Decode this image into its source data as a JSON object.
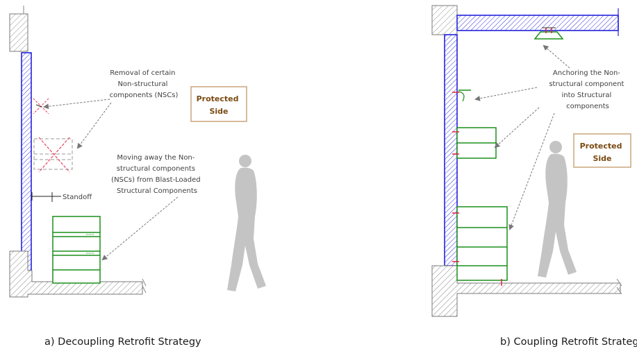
{
  "left_panel": {
    "removal_lines": [
      "Removal of certain",
      "Non-structural",
      "components (NSCs)"
    ],
    "moving_lines": [
      "Moving away the Non-",
      "structural components",
      "(NSCs) from Blast-Loaded",
      "Structural Components"
    ],
    "standoff": "Standoff",
    "protected_lines": [
      "Protected",
      "Side"
    ],
    "caption": "a) Decoupling Retrofit Strategy"
  },
  "right_panel": {
    "anchoring_lines": [
      "Anchoring the Non-",
      "structural component",
      "into Structural",
      "components"
    ],
    "protected_lines": [
      "Protected",
      "Side"
    ],
    "caption": "b) Coupling Retrofit Strategy"
  },
  "colors": {
    "wall_blue": "#2222dd",
    "nsc_green": "#1a8f1a",
    "anchor_red": "#e0223a",
    "removal_red": "#e8506a",
    "protected_border": "#c8a57a",
    "person_grey": "#c4c4c4"
  },
  "icons": [
    "person-silhouette-icon",
    "removal-cross-icon",
    "anchor-bolt-icon"
  ]
}
